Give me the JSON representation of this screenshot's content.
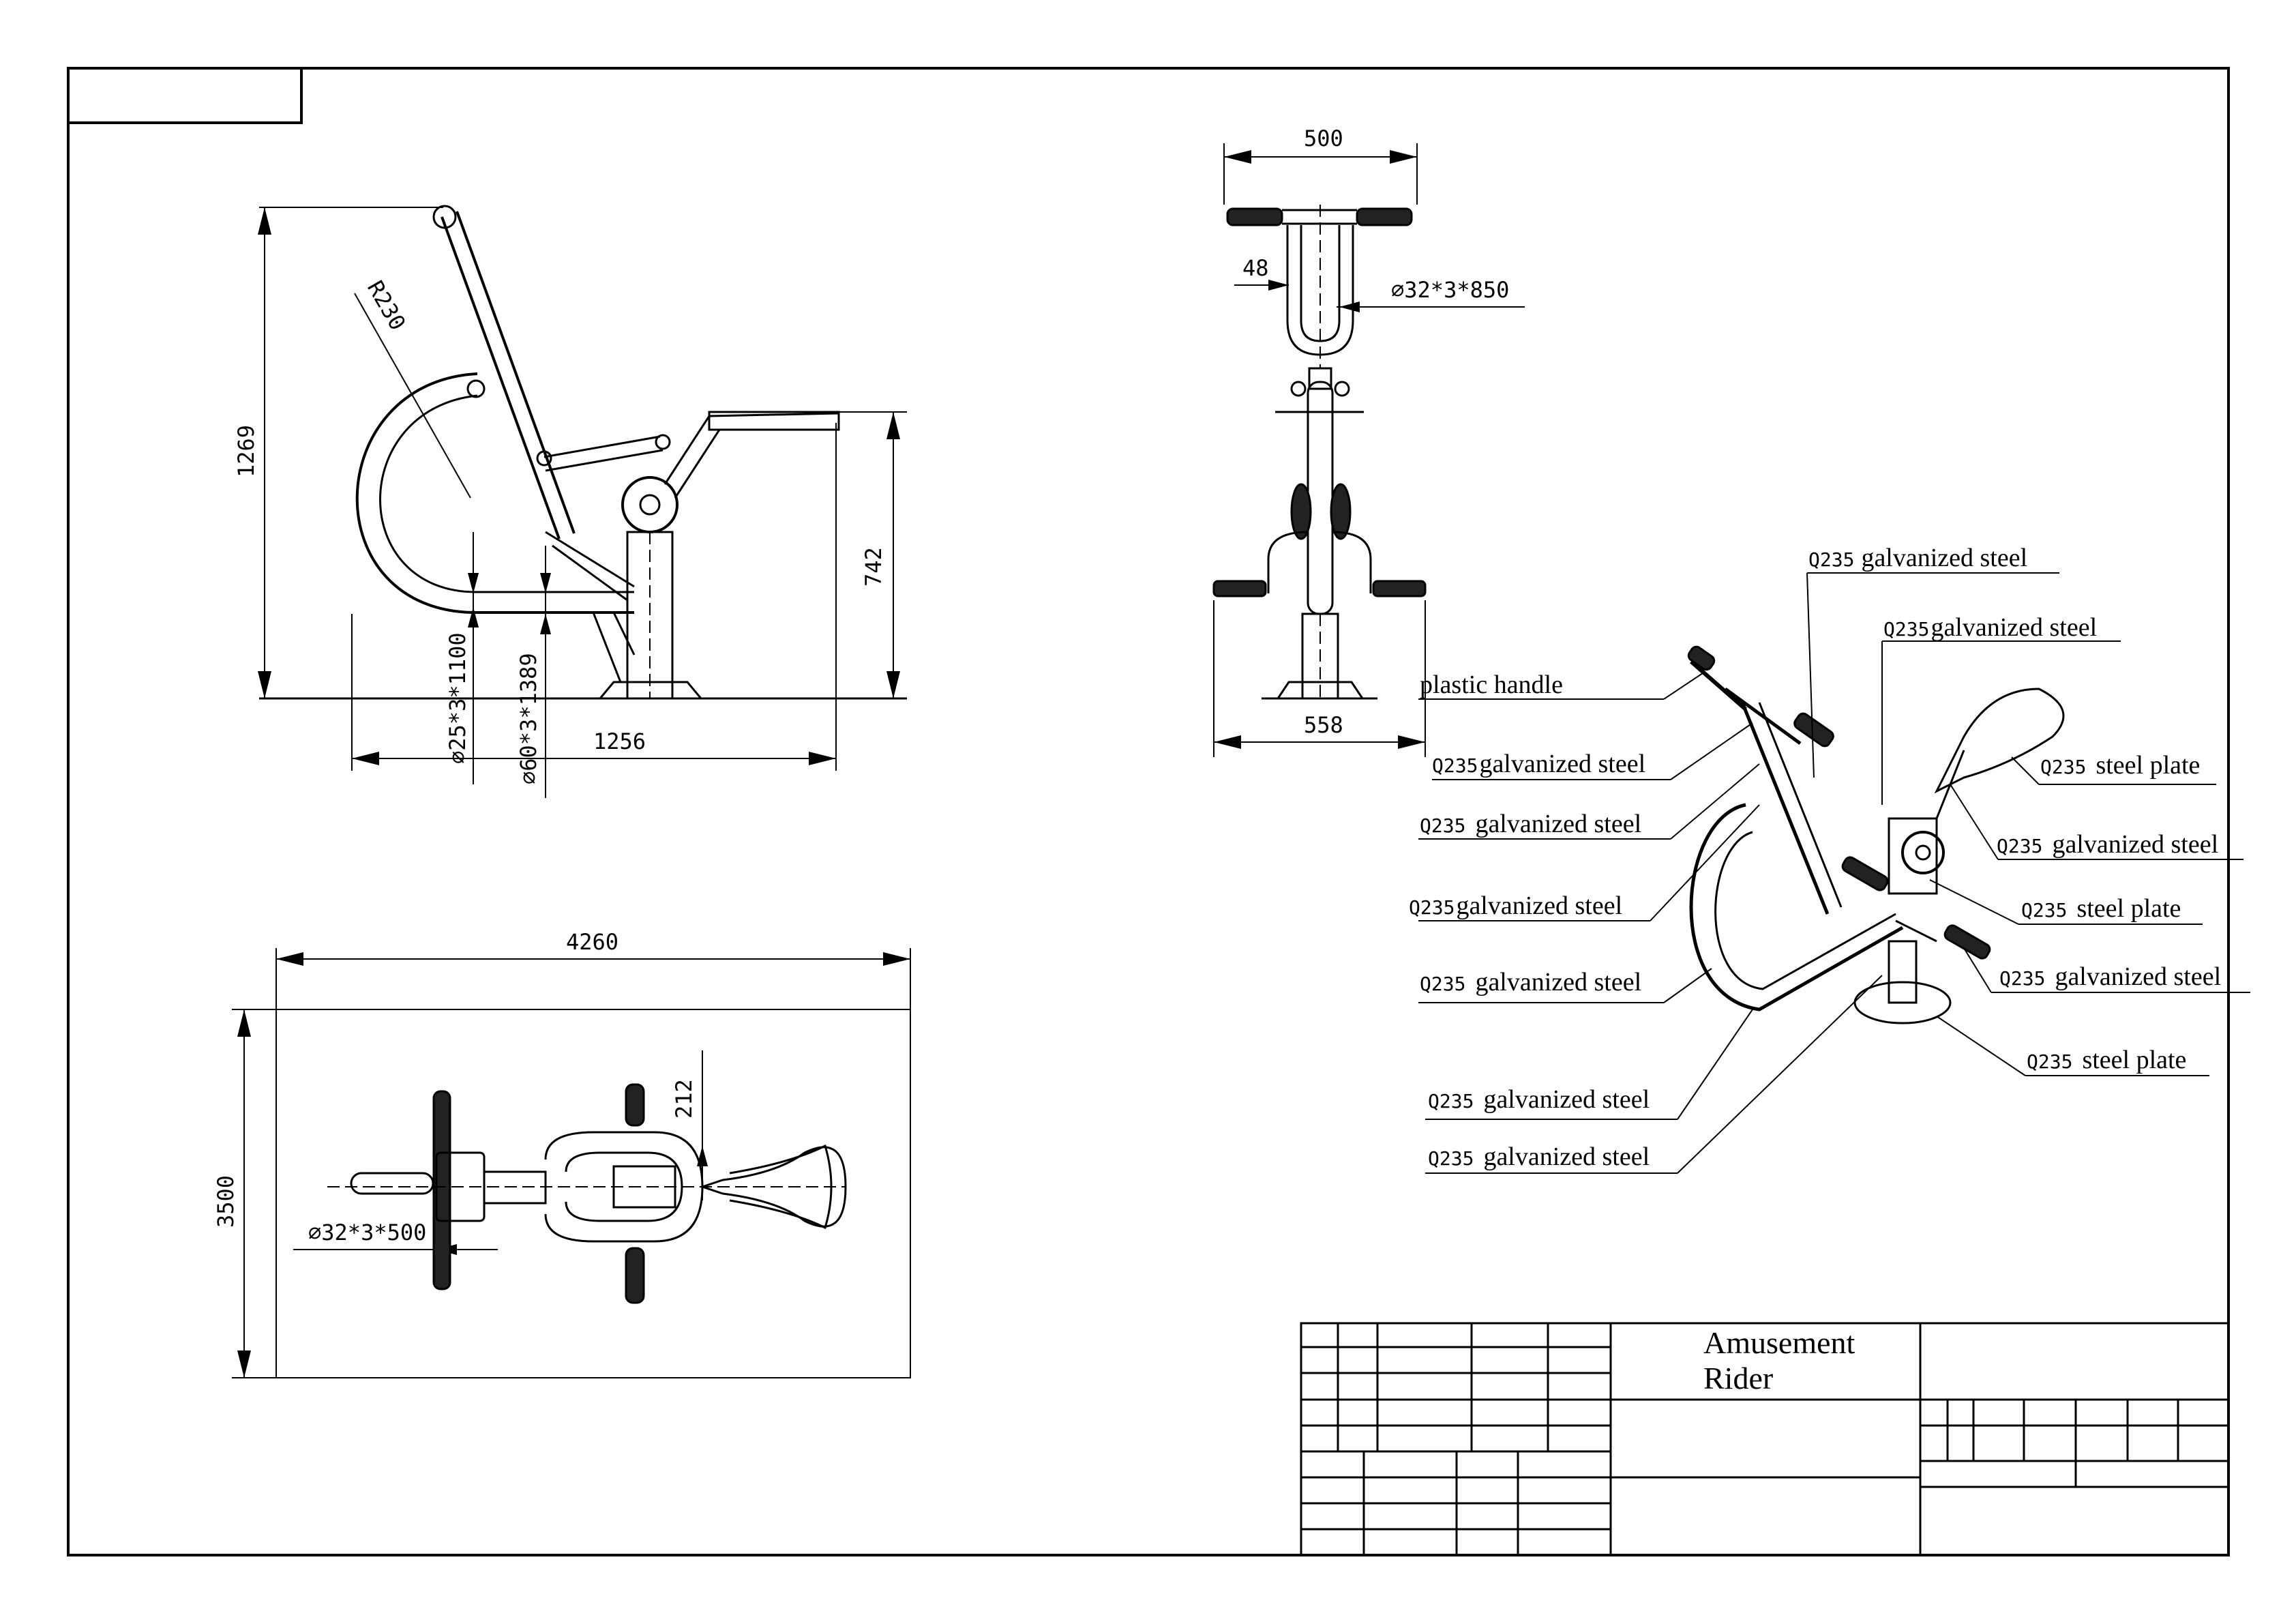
{
  "side_view": {
    "height_dim": "1269",
    "radius": "R230",
    "pipe_small": "∅25*3*1100",
    "pipe_large": "∅60*3*1389",
    "length_dim": "1256",
    "seat_height": "742"
  },
  "front_view": {
    "width_dim": "500",
    "grip_gap": "48",
    "bar_pipe": "∅32*3*850",
    "base_dim": "558"
  },
  "top_view": {
    "length_dim": "4260",
    "width_dim": "3500",
    "seat_offset": "212",
    "bar_pipe": "∅32*3*500"
  },
  "iso_labels": [
    {
      "prefix": "Q235",
      "text": "galvanized steel"
    },
    {
      "prefix": "Q235",
      "text": "galvanized steel"
    },
    {
      "prefix": "",
      "text": "plastic handle"
    },
    {
      "prefix": "Q235",
      "text": "galvanized steel"
    },
    {
      "prefix": "Q235",
      "text": "galvanized steel"
    },
    {
      "prefix": "Q235",
      "text": "galvanized steel"
    },
    {
      "prefix": "Q235",
      "text": "galvanized steel"
    },
    {
      "prefix": "Q235",
      "text": "galvanized steel"
    },
    {
      "prefix": "Q235",
      "text": "galvanized steel"
    },
    {
      "prefix": "Q235",
      "text": "steel plate"
    },
    {
      "prefix": "Q235",
      "text": "galvanized steel"
    },
    {
      "prefix": "Q235",
      "text": "steel plate"
    },
    {
      "prefix": "Q235",
      "text": "galvanized steel"
    },
    {
      "prefix": "Q235",
      "text": "steel plate"
    }
  ],
  "title_block": {
    "name_line1": "Amusement",
    "name_line2": "Rider"
  }
}
